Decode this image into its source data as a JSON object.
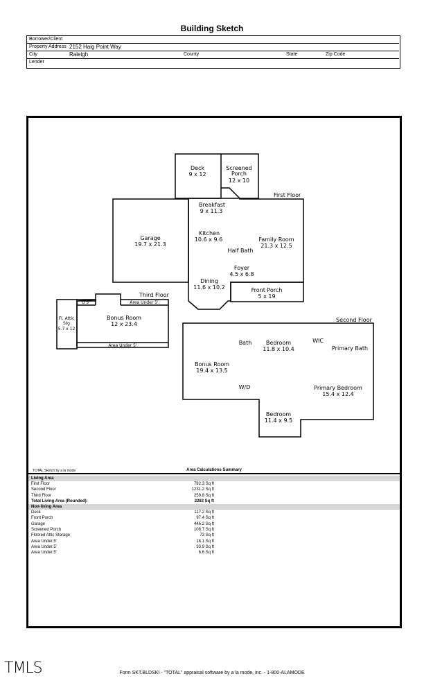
{
  "header": {
    "title": "Building Sketch",
    "borrower_label": "Borrower/Client",
    "borrower_value": "",
    "address_label": "Property Address",
    "address_value": "2152 Haig Point Way",
    "city_label": "City",
    "city_value": "Raleigh",
    "county_label": "County",
    "state_label": "State",
    "zip_label": "Zip Code",
    "lender_label": "Lender"
  },
  "sketch": {
    "first_floor_label": "First Floor",
    "second_floor_label": "Second Floor",
    "third_floor_label": "Third Floor",
    "rooms": {
      "deck": {
        "name": "Deck",
        "dims": "9 x 12"
      },
      "screened_porch": {
        "name1": "Screened",
        "name2": "Porch",
        "dims": "12 x 10"
      },
      "breakfast": {
        "name": "Breakfast",
        "dims": "9 x 11.3"
      },
      "garage": {
        "name": "Garage",
        "dims": "19.7 x 21.3"
      },
      "kitchen": {
        "name": "Kitchen",
        "dims": "10.6 x 9.6"
      },
      "family_room": {
        "name": "Family Room",
        "dims": "21.3 x 12.5"
      },
      "half_bath": {
        "name": "Half Bath"
      },
      "foyer": {
        "name": "Foyer",
        "dims": "4.5 x 6.8"
      },
      "dining": {
        "name": "Dining",
        "dims": "11.6 x 10.2"
      },
      "front_porch": {
        "name": "Front Porch",
        "dims": "5 x 19"
      },
      "bonus_room_3": {
        "name": "Bonus Room",
        "dims": "12 x 23.4"
      },
      "fl_attic": {
        "name1": "Fl. Attic",
        "name2": "Stg",
        "dims": "5.7 x 12"
      },
      "u5": {
        "name": "U 5'"
      },
      "area_under_top": {
        "name": "Area Under 5'"
      },
      "area_under_bottom": {
        "name": "Area Under 5'"
      },
      "bath": {
        "name": "Bath"
      },
      "bedroom_upper": {
        "name": "Bedroom",
        "dims": "11.8 x 10.4"
      },
      "wic": {
        "name": "WIC"
      },
      "primary_bath": {
        "name": "Primary Bath"
      },
      "bonus_room_2": {
        "name": "Bonus Room",
        "dims": "19.4 x 13.5"
      },
      "wd": {
        "name": "W/D"
      },
      "primary_bedroom": {
        "name": "Primary Bedroom",
        "dims": "15.4 x 12.4"
      },
      "bedroom_lower": {
        "name": "Bedroom",
        "dims": "11.4 x 9.5"
      }
    }
  },
  "small_credit": "TOTAL Sketch by a la mode",
  "area_summary_title": "Area Calculations Summary",
  "living_area": {
    "label": "Living Area",
    "rows": [
      {
        "name": "First Floor",
        "area": "792.3 Sq ft"
      },
      {
        "name": "Second Floor",
        "area": "1231.2 Sq ft"
      },
      {
        "name": "Third Floor",
        "area": "259.8 Sq ft"
      }
    ],
    "total_label": "Total Living Area (Rounded):",
    "total_value": "2283 Sq ft"
  },
  "non_living_area": {
    "label": "Non-living Area",
    "rows": [
      {
        "name": "Deck",
        "area": "117.2 Sq ft"
      },
      {
        "name": "Front Porch",
        "area": "97.4 Sq ft"
      },
      {
        "name": "Garage",
        "area": "446.2 Sq ft"
      },
      {
        "name": "Screened Porch",
        "area": "108.7 Sq ft"
      },
      {
        "name": "Floored Attic Storage",
        "area": "73 Sq ft"
      },
      {
        "name": "Area Under 5'",
        "area": "18.1 Sq ft"
      },
      {
        "name": "Area Under 5'",
        "area": "33.9 Sq ft"
      },
      {
        "name": "Area Under 5'",
        "area": "6.6 Sq ft"
      }
    ]
  },
  "watermark": "TMLS",
  "footer": "Form SKT.BLDSKI - \"TOTAL\" appraisal software by a la mode, inc. - 1-800-ALAMODE"
}
